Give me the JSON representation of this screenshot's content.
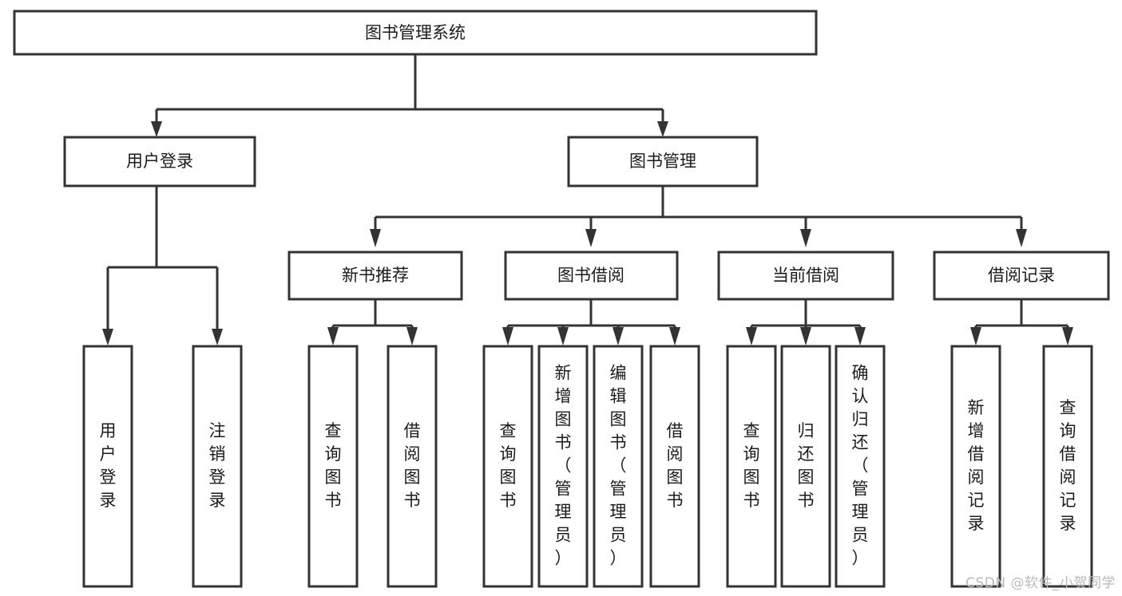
{
  "diagram": {
    "type": "tree",
    "title": "图书管理系统",
    "watermark": "CSDN @软件_小贺同学",
    "root": {
      "id": "root",
      "label": "图书管理系统",
      "orientation": "horizontal"
    },
    "level2": [
      {
        "id": "user-login",
        "label": "用户登录",
        "orientation": "horizontal"
      },
      {
        "id": "book-manage",
        "label": "图书管理",
        "orientation": "horizontal"
      }
    ],
    "level3": [
      {
        "id": "new-book-recommend",
        "label": "新书推荐",
        "parent": "book-manage",
        "orientation": "horizontal"
      },
      {
        "id": "book-borrow",
        "label": "图书借阅",
        "parent": "book-manage",
        "orientation": "horizontal"
      },
      {
        "id": "current-borrow",
        "label": "当前借阅",
        "parent": "book-manage",
        "orientation": "horizontal"
      },
      {
        "id": "borrow-record",
        "label": "借阅记录",
        "parent": "book-manage",
        "orientation": "horizontal"
      }
    ],
    "leaves": [
      {
        "id": "leaf-user-login",
        "label": "用户登录",
        "parent": "user-login",
        "orientation": "vertical"
      },
      {
        "id": "leaf-logout",
        "label": "注销登录",
        "parent": "user-login",
        "orientation": "vertical"
      },
      {
        "id": "leaf-query-book-1",
        "label": "查询图书",
        "parent": "new-book-recommend",
        "orientation": "vertical"
      },
      {
        "id": "leaf-borrow-book-1",
        "label": "借阅图书",
        "parent": "new-book-recommend",
        "orientation": "vertical"
      },
      {
        "id": "leaf-query-book-2",
        "label": "查询图书",
        "parent": "book-borrow",
        "orientation": "vertical"
      },
      {
        "id": "leaf-add-book",
        "label": "新增图书（管理员）",
        "parent": "book-borrow",
        "orientation": "vertical"
      },
      {
        "id": "leaf-edit-book",
        "label": "编辑图书（管理员）",
        "parent": "book-borrow",
        "orientation": "vertical"
      },
      {
        "id": "leaf-borrow-book-2",
        "label": "借阅图书",
        "parent": "book-borrow",
        "orientation": "vertical"
      },
      {
        "id": "leaf-query-book-3",
        "label": "查询图书",
        "parent": "current-borrow",
        "orientation": "vertical"
      },
      {
        "id": "leaf-return-book",
        "label": "归还图书",
        "parent": "current-borrow",
        "orientation": "vertical"
      },
      {
        "id": "leaf-confirm-return",
        "label": "确认归还（管理员）",
        "parent": "current-borrow",
        "orientation": "vertical"
      },
      {
        "id": "leaf-add-record",
        "label": "新增借阅记录",
        "parent": "borrow-record",
        "orientation": "vertical"
      },
      {
        "id": "leaf-query-record",
        "label": "查询借阅记录",
        "parent": "borrow-record",
        "orientation": "vertical"
      }
    ],
    "colors": {
      "stroke": "#333333",
      "fill": "#ffffff",
      "text": "#1b1b1b",
      "watermark": "#b9b9b9"
    }
  }
}
